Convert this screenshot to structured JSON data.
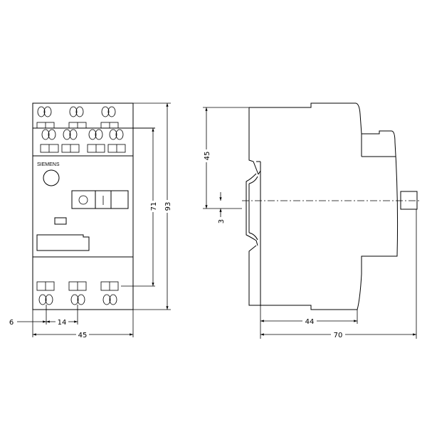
{
  "front_view": {
    "brand_label": "SIEMENS",
    "dimensions": {
      "offset": "6",
      "pitch": "14",
      "width": "45",
      "terminal_span": "71",
      "height": "93"
    }
  },
  "side_view": {
    "dimensions": {
      "rail_to_top": "45",
      "rail_offset": "3",
      "depth_body": "44",
      "depth_total": "70"
    }
  },
  "colors": {
    "line": "#000000",
    "background": "#ffffff"
  }
}
